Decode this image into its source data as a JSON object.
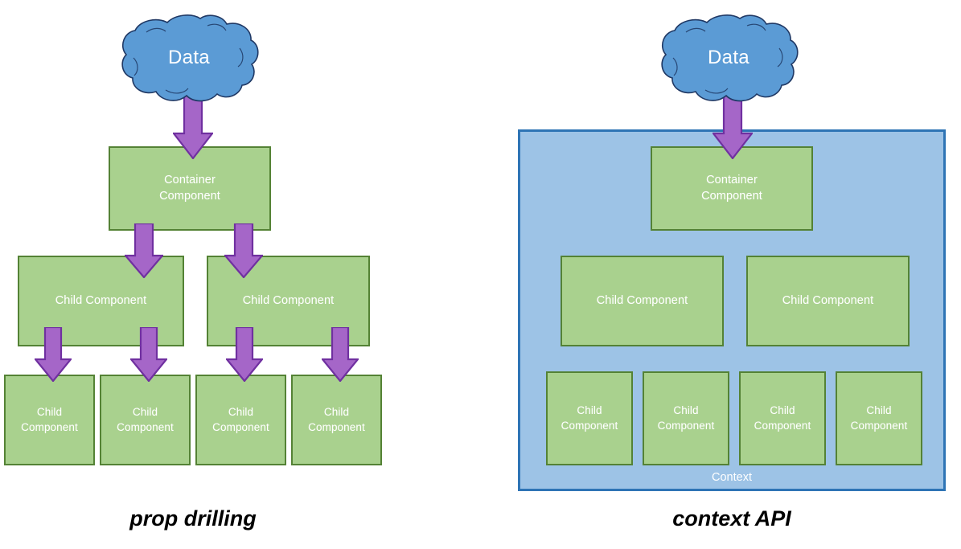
{
  "diagram": {
    "title_left": "prop drilling",
    "title_right": "context API",
    "labels": {
      "data": "Data",
      "container_component": "Container\nComponent",
      "child_component": "Child Component",
      "child_component_stacked": "Child\nComponent",
      "context": "Context"
    },
    "colors": {
      "box_fill": "#a9d18e",
      "box_border": "#548235",
      "box_text": "#ffffff",
      "panel_fill": "#9dc3e6",
      "panel_border": "#2e74b5",
      "cloud_fill": "#5b9bd5",
      "cloud_border": "#1f3864",
      "arrow_fill": "#a566c8",
      "arrow_border": "#7030a0",
      "caption_text": "#000000",
      "background": "#ffffff"
    },
    "left": {
      "cloud": {
        "label": "Data"
      },
      "container": {
        "label": "Container\nComponent"
      },
      "mid_children": [
        {
          "label": "Child Component"
        },
        {
          "label": "Child Component"
        }
      ],
      "leaf_children": [
        {
          "label": "Child\nComponent"
        },
        {
          "label": "Child\nComponent"
        },
        {
          "label": "Child\nComponent"
        },
        {
          "label": "Child\nComponent"
        }
      ],
      "arrow_count": 7,
      "caption": "prop drilling"
    },
    "right": {
      "cloud": {
        "label": "Data"
      },
      "container": {
        "label": "Container\nComponent"
      },
      "mid_children": [
        {
          "label": "Child Component"
        },
        {
          "label": "Child Component"
        }
      ],
      "leaf_children": [
        {
          "label": "Child\nComponent"
        },
        {
          "label": "Child\nComponent"
        },
        {
          "label": "Child\nComponent"
        },
        {
          "label": "Child\nComponent"
        }
      ],
      "panel_label": "Context",
      "arrow_count": 1,
      "caption": "context API"
    }
  }
}
